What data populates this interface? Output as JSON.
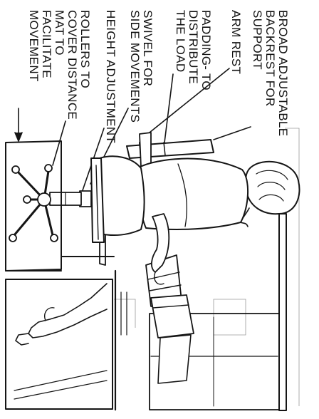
{
  "labels": {
    "backrest": [
      "BROAD ADJUSTABLE",
      "BACKREST FOR",
      "SUPPORT"
    ],
    "arm_rest": [
      "ARM REST"
    ],
    "padding": [
      "PADDING- TO",
      "DISTRIBUTE",
      "THE LOAD"
    ],
    "swivel": [
      "SWIVEL FOR",
      "SIDE MOVEMENTS"
    ],
    "height": [
      "HEIGHT ADJUSTMENT"
    ],
    "rollers": [
      "ROLLERS TO",
      "COVER DISTANCE"
    ],
    "mat": [
      "MAT TO",
      "FACILITATE",
      "MOVEMENT"
    ]
  }
}
